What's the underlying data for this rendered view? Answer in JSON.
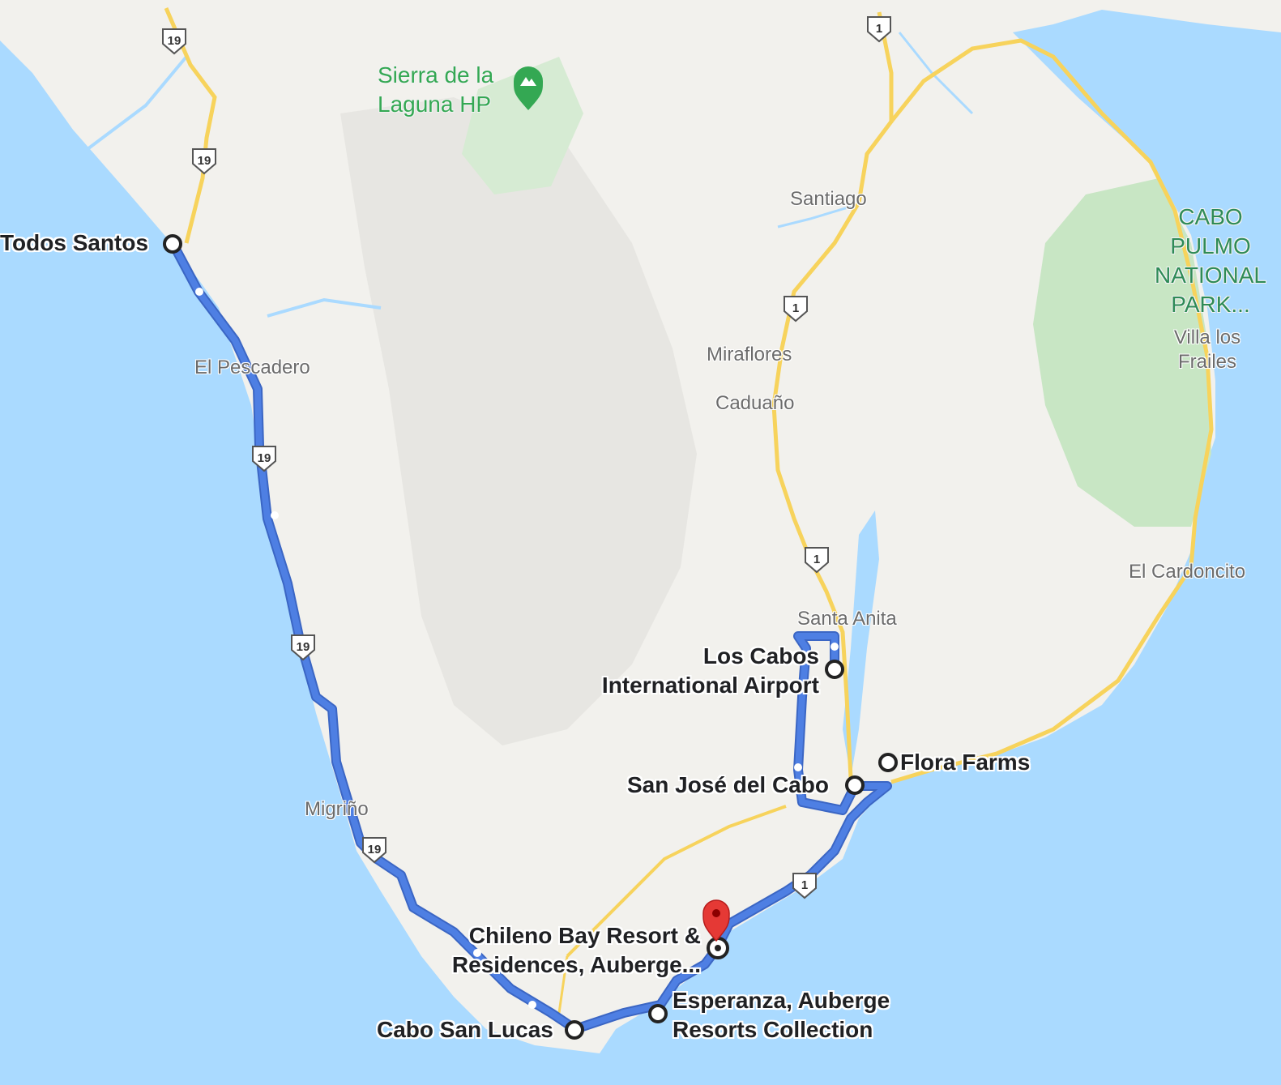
{
  "stops": {
    "todos_santos": "Todos Santos",
    "los_cabos_airport_line1": "Los Cabos",
    "los_cabos_airport_line2": "International Airport",
    "flora_farms": "Flora Farms",
    "san_jose_del_cabo": "San José del Cabo",
    "chileno_line1": "Chileno Bay Resort &",
    "chileno_line2": "Residences, Auberge...",
    "esperanza_line1": "Esperanza, Auberge",
    "esperanza_line2": "Resorts Collection",
    "cabo_san_lucas": "Cabo San Lucas"
  },
  "places": {
    "el_pescadero": "El Pescadero",
    "migrino": "Migriño",
    "santiago": "Santiago",
    "miraflores": "Miraflores",
    "caduano": "Caduaño",
    "santa_anita": "Santa Anita",
    "el_cardoncito": "El Cardoncito",
    "villa_los_frailes_line1": "Villa los",
    "villa_los_frailes_line2": "Frailes"
  },
  "parks": {
    "sierra_line1": "Sierra de la",
    "sierra_line2": "Laguna HP",
    "cabo_pulmo_line1": "CABO",
    "cabo_pulmo_line2": "PULMO",
    "cabo_pulmo_line3": "NATIONAL",
    "cabo_pulmo_line4": "PARK..."
  },
  "highways": {
    "hwy19": "19",
    "hwy1": "1"
  },
  "colors": {
    "water": "#aadaff",
    "land": "#f2f1ed",
    "park": "#c8e6c4",
    "route": "#4e7fe3",
    "route_outline": "#3b66c4",
    "highway": "#f7d35c",
    "destination_pin": "#e53935"
  },
  "icons": {
    "destination": "red-map-pin-icon",
    "waypoint": "hollow-circle-marker-icon",
    "park": "mountain-pin-icon"
  }
}
